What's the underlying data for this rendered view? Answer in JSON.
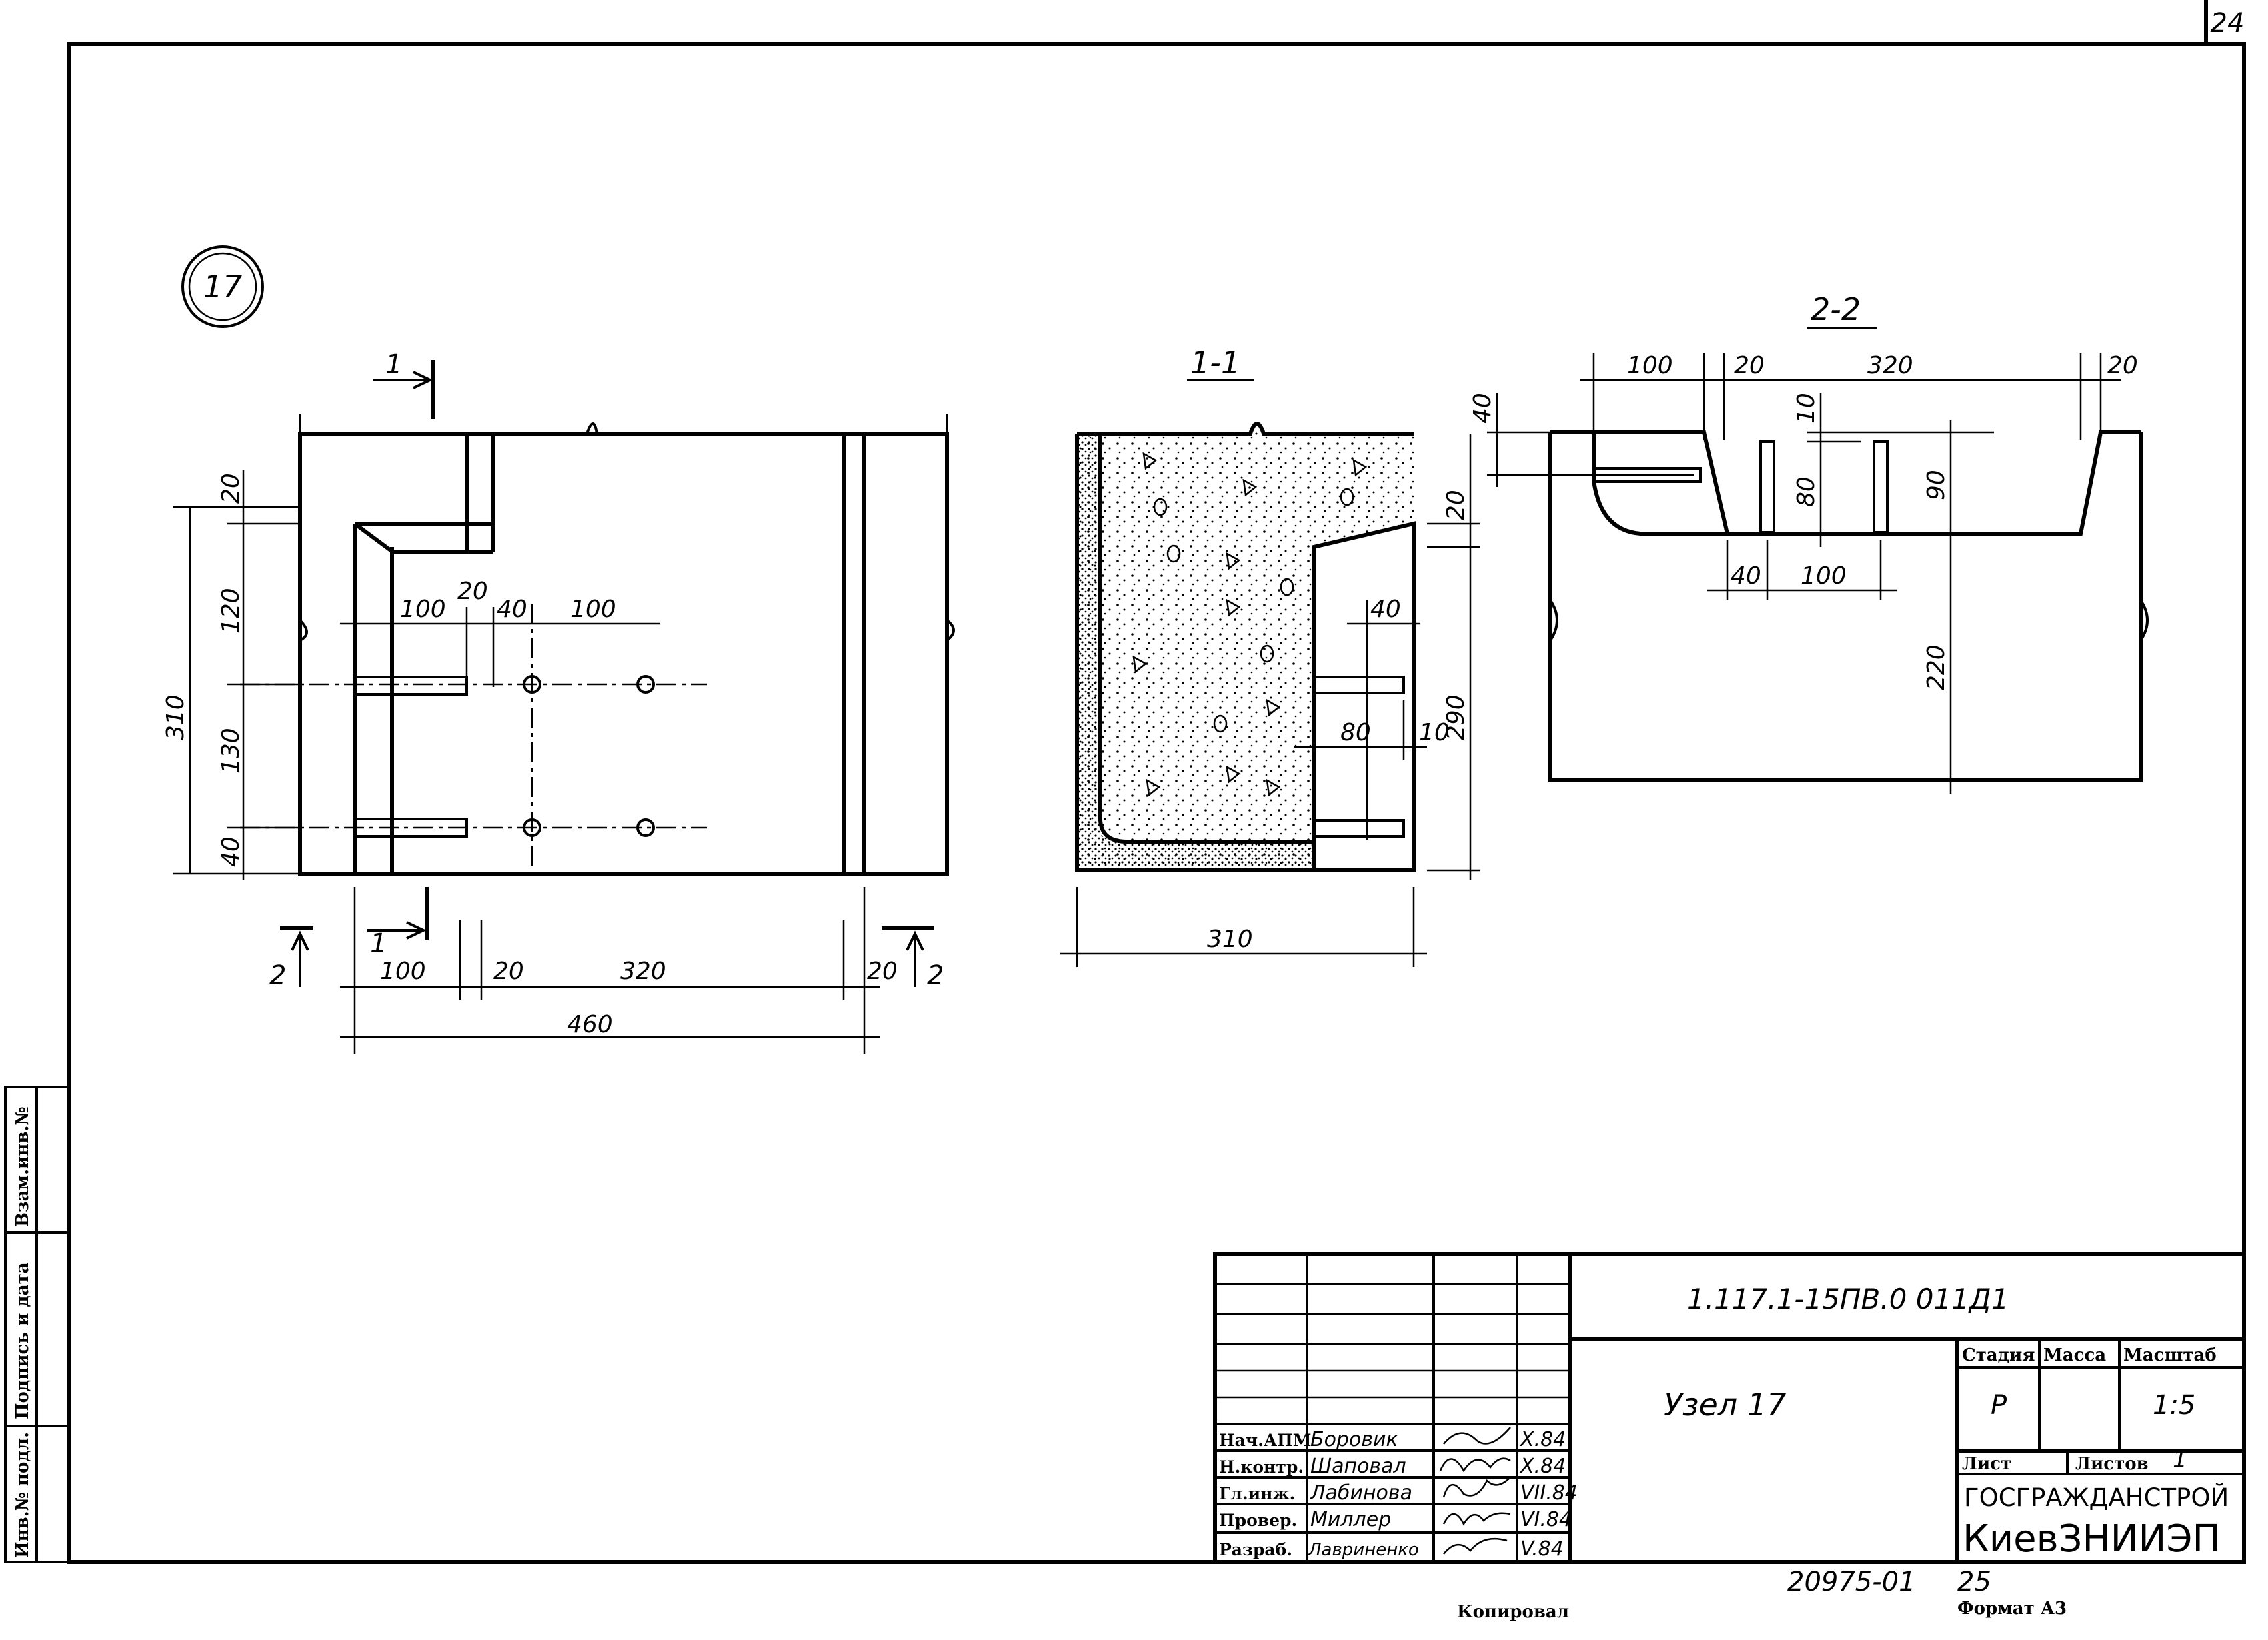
{
  "sheet_number": "24",
  "node_marker": "17",
  "views": {
    "plan": {
      "cut_1": "1",
      "cut_2": "2",
      "dims": {
        "d20_top": "20",
        "d120": "120",
        "d310": "310",
        "d130": "130",
        "d40": "40",
        "d100_a": "100",
        "d20_a": "20",
        "d40_a": "40",
        "d100_b": "100",
        "b100": "100",
        "b20": "20",
        "b320": "320",
        "b20r": "20",
        "b460": "460"
      }
    },
    "section_1_1": {
      "title": "1-1",
      "dims": {
        "d20": "20",
        "d40": "40",
        "d290": "290",
        "d80": "80",
        "d10": "10",
        "d310": "310"
      }
    },
    "section_2_2": {
      "title": "2-2",
      "dims": {
        "d100": "100",
        "d20a": "20",
        "d320": "320",
        "d20b": "20",
        "d40": "40",
        "d10": "10",
        "d80": "80",
        "d90": "90",
        "d40b": "40",
        "d100b": "100",
        "d220": "220"
      }
    }
  },
  "title_block": {
    "doc_code": "1.117.1-15ПВ.0   011Д1",
    "name": "Узел 17",
    "stage_label": "Стадия",
    "mass_label": "Масса",
    "scale_label": "Масштаб",
    "stage": "Р",
    "scale": "1:5",
    "sheet_label": "Лист",
    "sheets_label": "Листов",
    "sheets": "1",
    "org_1": "ГОСГРАЖДАНСТРОЙ",
    "org_2": "КиевЗНИИЭП",
    "rows": [
      {
        "role": "Нач.АПМ",
        "name": "Боровик",
        "date": "X.84"
      },
      {
        "role": "Н.контр.",
        "name": "Шаповал",
        "date": "X.84"
      },
      {
        "role": "Гл.инж.",
        "name": "Лабинова",
        "date": "VII.84"
      },
      {
        "role": "Провер.",
        "name": "Миллер",
        "date": "VI.84"
      },
      {
        "role": "Разраб.",
        "name": "Лавриненко",
        "date": "V.84"
      }
    ]
  },
  "side_stamp": {
    "inv_orig": "Инв.№ подл.",
    "sign_date": "Подпись и дата",
    "inv_repl": "Взам.инв.№"
  },
  "footer": {
    "archive_no": "20975-01",
    "page": "25",
    "copied": "Копировал",
    "format": "Формат А3"
  }
}
